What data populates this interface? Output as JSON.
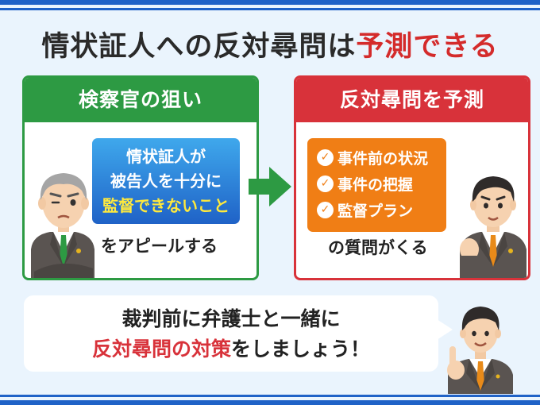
{
  "title": {
    "main": "情状証人への反対尋問は",
    "highlight": "予測できる"
  },
  "left_card": {
    "heading": "検察官の狙い",
    "bubble_line1": "情状証人が",
    "bubble_line2": "被告人を十分に",
    "bubble_line3": "監督できないこと",
    "footer": "をアピールする"
  },
  "right_card": {
    "heading": "反対尋問を予測",
    "items": [
      "事件前の状況",
      "事件の把握",
      "監督プラン"
    ],
    "footer": "の質問がくる"
  },
  "bottom": {
    "line1": "裁判前に弁護士と一緒に",
    "line2_red": "反対尋問の対策",
    "line2_rest": "をしましょう！"
  },
  "colors": {
    "stripe": "#1f62c7",
    "green": "#2d9a43",
    "red": "#d8323a",
    "blue": "#1f62c7",
    "orange": "#f07e15",
    "yellow": "#ffe93c",
    "background": "#eaf4fd"
  },
  "icons": [
    "check-icon",
    "arrow-right-icon",
    "prosecutor-illustration",
    "lawyer-illustration"
  ]
}
